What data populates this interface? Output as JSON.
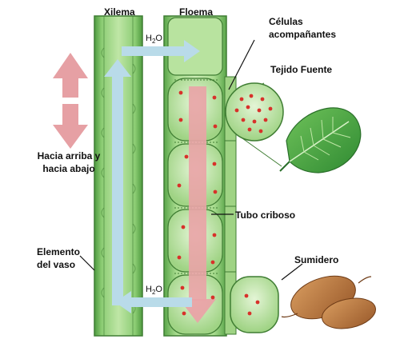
{
  "labels": {
    "xylem": "Xilema",
    "phloem": "Floema",
    "companion_cells": [
      "Células",
      "acompañantes"
    ],
    "source_tissue": "Tejido Fuente",
    "direction": [
      "Hacia arriba  y",
      "hacia abajo"
    ],
    "sieve_tube": "Tubo criboso",
    "sink": "Sumidero",
    "vessel_element": [
      "Elemento",
      "del vaso"
    ],
    "water_top": {
      "base": "H",
      "sub": "2",
      "tail": "O"
    },
    "water_bottom": {
      "base": "H",
      "sub": "2",
      "tail": "O"
    }
  },
  "colors": {
    "xylem_green": "#7fbf6a",
    "phloem_green": "#a7d98c",
    "dark_outline": "#3f7d33",
    "water_arrow": "#b9dbe9",
    "sugar_arrow": "#e9a3a6",
    "sugar_dot": "#d8312a",
    "direction_arrow": "#e6a0a4"
  },
  "icons": [
    "leaf-icon",
    "sweet-potato-icon",
    "double-arrow-icon"
  ]
}
